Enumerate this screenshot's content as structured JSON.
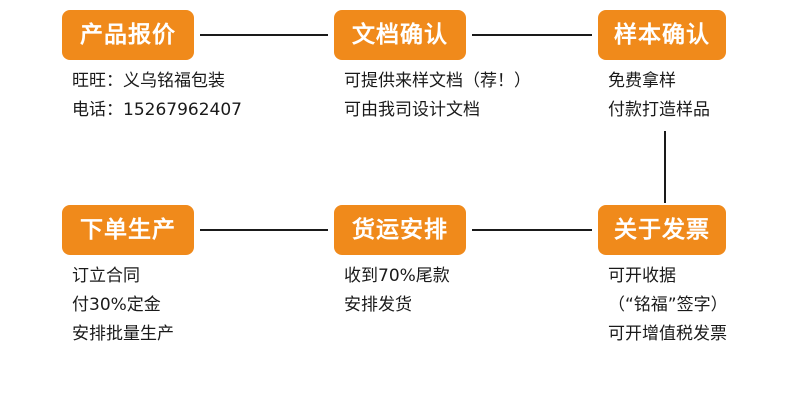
{
  "steps": [
    {
      "title": "产品报价",
      "lines": [
        "旺旺：义乌铭福包装",
        "电话：15267962407"
      ]
    },
    {
      "title": "文档确认",
      "lines": [
        "可提供来样文档（荐！）",
        "可由我司设计文档"
      ]
    },
    {
      "title": "样本确认",
      "lines": [
        "免费拿样",
        "付款打造样品"
      ]
    },
    {
      "title": "关于发票",
      "lines": [
        "可开收据",
        "（“铭福”签字）",
        "可开增值税发票"
      ]
    },
    {
      "title": "货运安排",
      "lines": [
        "收到70%尾款",
        "安排发货"
      ]
    },
    {
      "title": "下单生产",
      "lines": [
        "订立合同",
        "付30%定金",
        "安排批量生产"
      ]
    }
  ],
  "colors": {
    "accent": "#f08a1b",
    "line": "#1a1a1a",
    "text": "#1a1a1a"
  }
}
